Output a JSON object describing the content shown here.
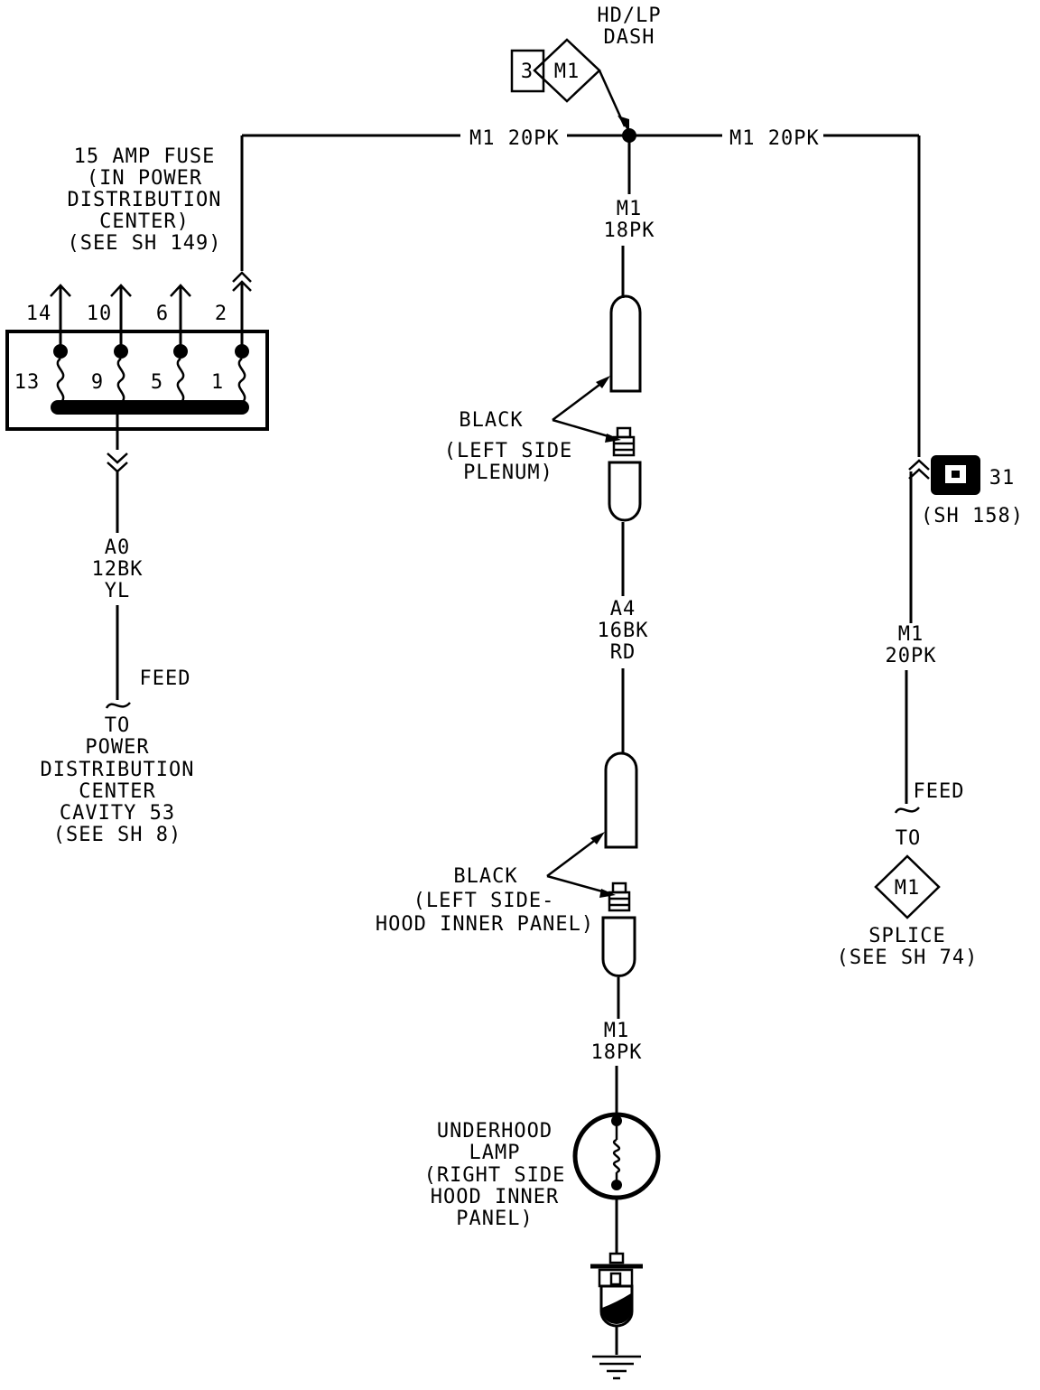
{
  "top_splice": {
    "l1": "HD/LP",
    "l2": "DASH",
    "pin": "3",
    "id": "M1"
  },
  "wire_top_left": "M1 20PK",
  "wire_top_right": "M1 20PK",
  "fuse": {
    "l1": "15 AMP FUSE",
    "l2": "(IN POWER",
    "l3": "DISTRIBUTION",
    "l4": "CENTER)",
    "l5": "(SEE SH 149)",
    "pins_top": [
      "14",
      "10",
      "6",
      "2"
    ],
    "pins_bottom": [
      "13",
      "9",
      "5",
      "1"
    ]
  },
  "feed_left": {
    "w1": "A0",
    "w2": "12BK",
    "w3": "YL",
    "feed": "FEED",
    "t1": "TO",
    "t2": "POWER",
    "t3": "DISTRIBUTION",
    "t4": "CENTER",
    "t5": "CAVITY 53",
    "t6": "(SEE SH 8)"
  },
  "center": {
    "w1a": "M1",
    "w1b": "18PK",
    "c1a": "BLACK",
    "c1b": "(LEFT SIDE",
    "c1c": "PLENUM)",
    "w2a": "A4",
    "w2b": "16BK",
    "w2c": "RD",
    "c2a": "BLACK",
    "c2b": "(LEFT SIDE-",
    "c2c": "HOOD INNER PANEL)",
    "w3a": "M1",
    "w3b": "18PK",
    "lamp1": "UNDERHOOD",
    "lamp2": "LAMP",
    "lamp3": "(RIGHT SIDE",
    "lamp4": "HOOD INNER",
    "lamp5": "PANEL)"
  },
  "right": {
    "conn_num": "31",
    "conn_ref": "(SH 158)",
    "w1a": "M1",
    "w1b": "20PK",
    "feed": "FEED",
    "to": "TO",
    "splice_id": "M1",
    "s1": "SPLICE",
    "s2": "(SEE SH 74)"
  }
}
